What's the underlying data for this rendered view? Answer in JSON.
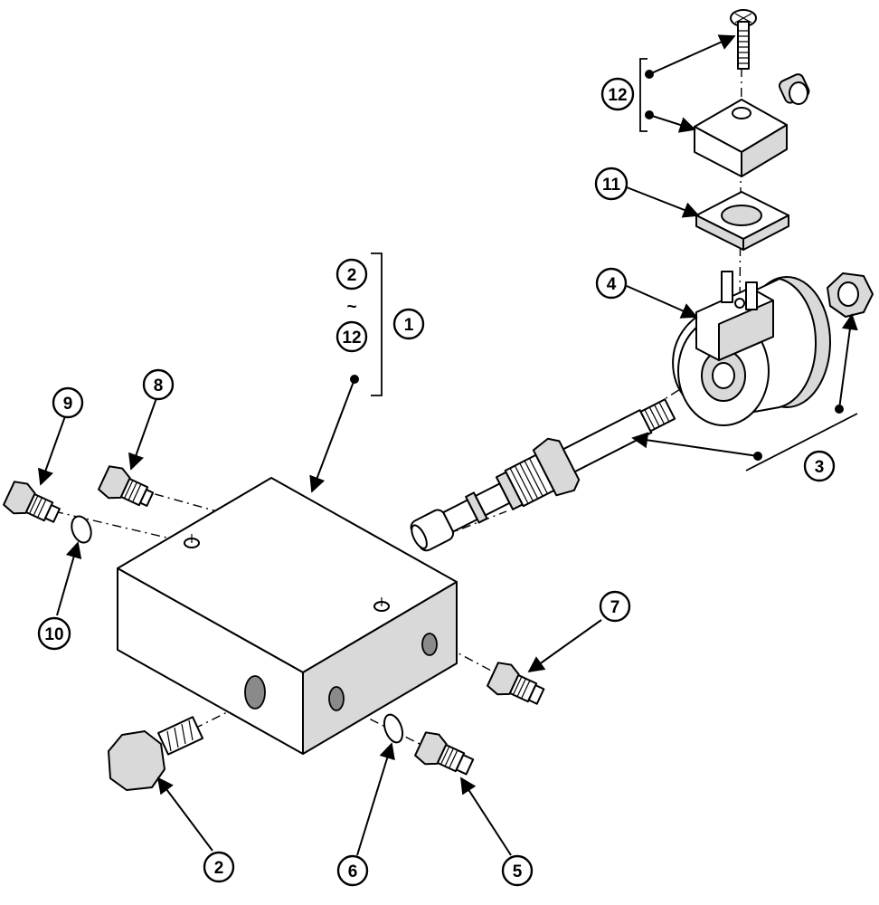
{
  "diagram": {
    "callouts": [
      {
        "id": "c1",
        "label": "1"
      },
      {
        "id": "c2a",
        "label": "2"
      },
      {
        "id": "c2b",
        "label": "2"
      },
      {
        "id": "c3",
        "label": "3"
      },
      {
        "id": "c4",
        "label": "4"
      },
      {
        "id": "c5",
        "label": "5"
      },
      {
        "id": "c6",
        "label": "6"
      },
      {
        "id": "c7",
        "label": "7"
      },
      {
        "id": "c8",
        "label": "8"
      },
      {
        "id": "c9",
        "label": "9"
      },
      {
        "id": "c10",
        "label": "10"
      },
      {
        "id": "c11",
        "label": "11"
      },
      {
        "id": "c12a",
        "label": "12"
      },
      {
        "id": "c12b",
        "label": "12"
      }
    ],
    "range_separator": "~"
  }
}
